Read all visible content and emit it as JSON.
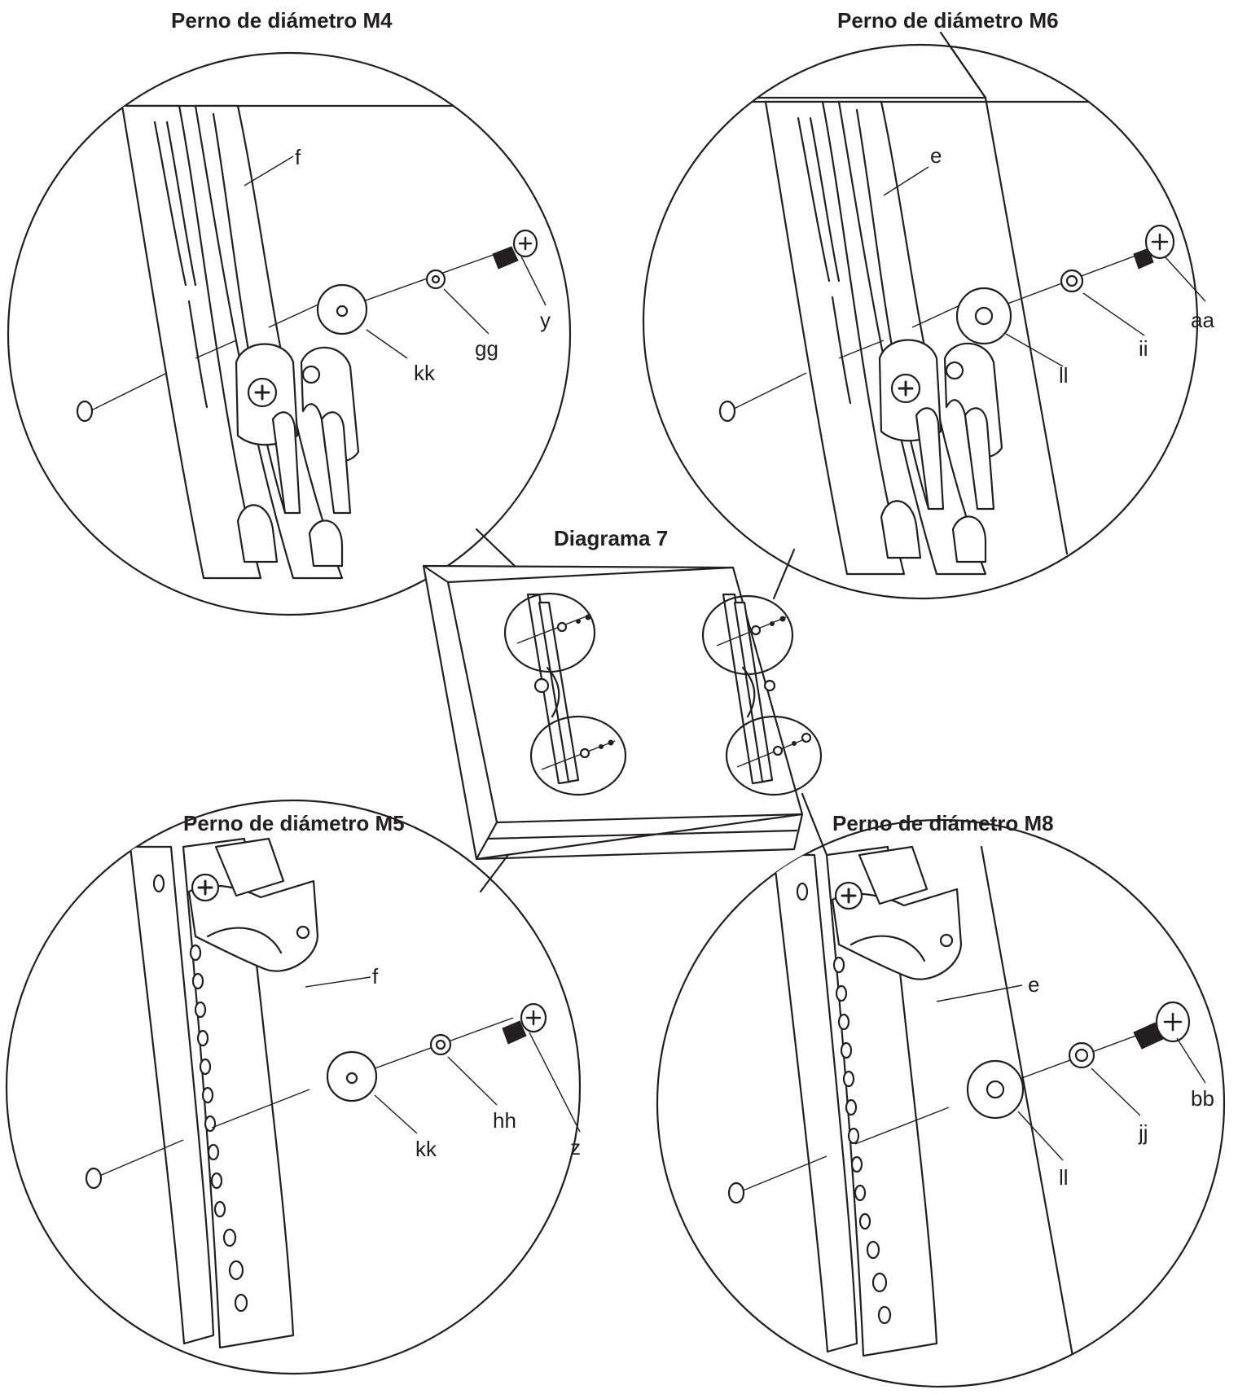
{
  "diagram": {
    "title": "Diagrama 7",
    "panels": [
      {
        "id": "m4",
        "title": "Perno de diámetro M4",
        "labels": {
          "bracket": "f",
          "washer": "kk",
          "lock_washer": "gg",
          "screw": "y"
        }
      },
      {
        "id": "m6",
        "title": "Perno de diámetro M6",
        "labels": {
          "bracket": "e",
          "washer": "ll",
          "lock_washer": "ii",
          "screw": "aa"
        }
      },
      {
        "id": "m5",
        "title": "Perno de diámetro M5",
        "labels": {
          "bracket": "f",
          "washer": "kk",
          "lock_washer": "hh",
          "screw": "z"
        }
      },
      {
        "id": "m8",
        "title": "Perno de diámetro M8",
        "labels": {
          "bracket": "e",
          "washer": "ll",
          "lock_washer": "jj",
          "screw": "bb"
        }
      }
    ],
    "colors": {
      "line": "#231f20",
      "background": "#ffffff"
    }
  }
}
